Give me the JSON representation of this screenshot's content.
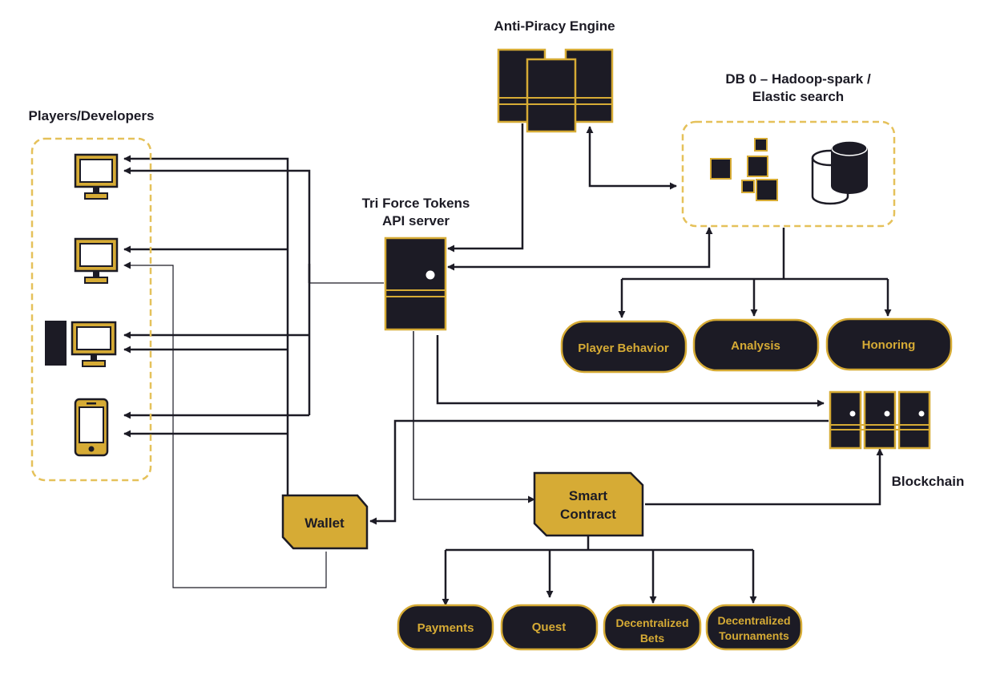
{
  "colors": {
    "dark": "#1c1b25",
    "gold": "#d6ab35",
    "dashed_border": "#e5c15a",
    "line": "#1c1b25"
  },
  "labels": {
    "players_developers": "Players/Developers",
    "anti_piracy_engine": "Anti-Piracy Engine",
    "db_line1": "DB 0 – Hadoop-spark /",
    "db_line2": "Elastic search",
    "api_line1": "Tri Force Tokens",
    "api_line2": "API server",
    "blockchain": "Blockchain",
    "wallet": "Wallet",
    "smart_contract_line1": "Smart",
    "smart_contract_line2": "Contract"
  },
  "analytics_outputs": [
    {
      "label": "Player Behavior"
    },
    {
      "label": "Analysis"
    },
    {
      "label": "Honoring"
    }
  ],
  "contract_outputs": [
    {
      "line1": "Payments",
      "line2": ""
    },
    {
      "line1": "Quest",
      "line2": ""
    },
    {
      "line1": "Decentralized",
      "line2": "Bets"
    },
    {
      "line1": "Decentralized",
      "line2": "Tournaments"
    }
  ],
  "icons": {
    "device_1": "desktop-monitor-icon",
    "device_2": "desktop-monitor-icon",
    "device_3": "desktop-tower-monitor-icon",
    "device_4": "smartphone-icon",
    "anti_piracy": "server-stack-icon",
    "database": "database-cylinder-icon",
    "data_blocks": "data-blocks-icon",
    "api_server": "server-tower-icon",
    "blockchain": "blockchain-servers-icon"
  }
}
